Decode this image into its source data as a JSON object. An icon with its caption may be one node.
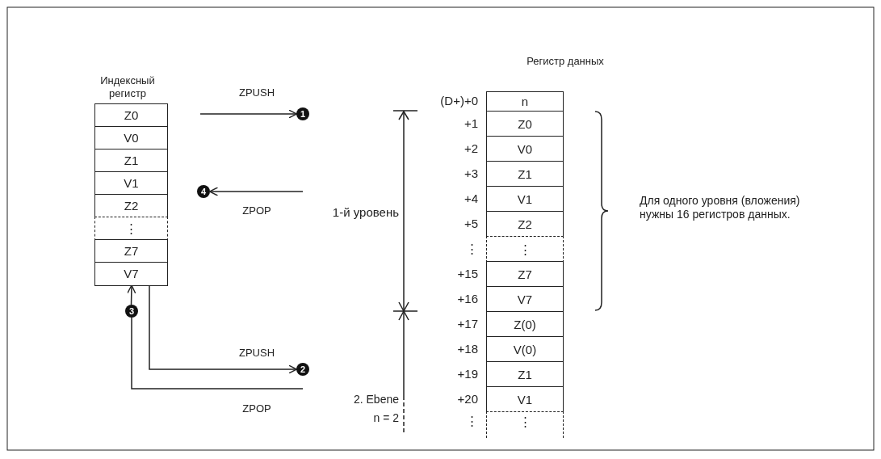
{
  "diagram": {
    "nodes": [
      {
        "text": [
          "Индексный регистр"
        ]
      },
      {
        "text": [
          "Z0"
        ],
        "in": 0
      },
      {
        "text": [
          "V0"
        ],
        "in": 0
      },
      {
        "text": [
          "Z1"
        ],
        "in": 0
      },
      {
        "text": [
          "V1"
        ],
        "in": 0
      },
      {
        "text": [
          "Z2"
        ],
        "in": 0
      },
      {
        "text": [
          "⋮"
        ],
        "in": 0
      },
      {
        "text": [
          "Z7"
        ],
        "in": 0
      },
      {
        "text": [
          "V7"
        ],
        "in": 0
      },
      {
        "text": [
          "1"
        ]
      },
      {
        "text": [
          "4"
        ]
      },
      {
        "text": [
          "2"
        ]
      },
      {
        "text": [
          "Регистр данных"
        ]
      },
      {
        "text": [
          "n"
        ],
        "in": 12
      },
      {
        "text": [
          "Z0"
        ],
        "in": 12
      },
      {
        "text": [
          "V0"
        ],
        "in": 12
      },
      {
        "text": [
          "Z1"
        ],
        "in": 12
      },
      {
        "text": [
          "V1"
        ],
        "in": 12
      },
      {
        "text": [
          "Z2"
        ],
        "in": 12
      },
      {
        "text": [
          "⋮"
        ],
        "in": 12
      },
      {
        "text": [
          "Z7"
        ],
        "in": 12
      },
      {
        "text": [
          "V7"
        ],
        "in": 12
      },
      {
        "text": [
          "Z(0)"
        ],
        "in": 12
      },
      {
        "text": [
          "V(0)"
        ],
        "in": 12
      },
      {
        "text": [
          "Z1"
        ],
        "in": 12
      },
      {
        "text": [
          "V1"
        ],
        "in": 12
      },
      {
        "text": [
          "⋮"
        ],
        "in": 12
      },
      {
        "text": [
          "3"
        ]
      }
    ],
    "edges": [
      {
        "from": null,
        "to": 9,
        "arrow": "to",
        "label": "ZPUSH"
      },
      {
        "from": null,
        "to": 10,
        "arrow": "to",
        "label": "ZPOP"
      },
      {
        "from": 8,
        "to": 11,
        "arrow": "to",
        "label": "ZPUSH"
      },
      {
        "from": null,
        "to": 27,
        "arrow": "none",
        "label": "ZPOP"
      },
      {
        "from": 27,
        "to": 8,
        "arrow": "to"
      }
    ],
    "labels": [
      "(D+)+0",
      "+1",
      "+2",
      "+3",
      "+4",
      "+5",
      "⋮",
      "+15",
      "+16",
      "+17",
      "+18",
      "+19",
      "+20",
      "⋮",
      "1-й уровень",
      "2. Ebene n = 2",
      "Для одного уровня (вложения) нужны 16 регистров данных."
    ]
  }
}
